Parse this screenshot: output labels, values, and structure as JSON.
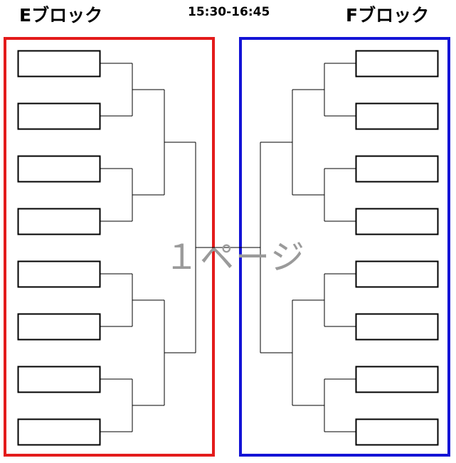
{
  "header": {
    "left_block_title": "Eブロック",
    "time": "15:30-16:45",
    "right_block_title": "Fブロック"
  },
  "watermark": "１ページ",
  "colors": {
    "block_e_border": "#e31b1b",
    "block_f_border": "#1414d6",
    "line": "#000000"
  },
  "blocks": [
    {
      "id": "E",
      "slots": [
        "",
        "",
        "",
        "",
        "",
        "",
        "",
        ""
      ]
    },
    {
      "id": "F",
      "slots": [
        "",
        "",
        "",
        "",
        "",
        "",
        "",
        ""
      ]
    }
  ]
}
